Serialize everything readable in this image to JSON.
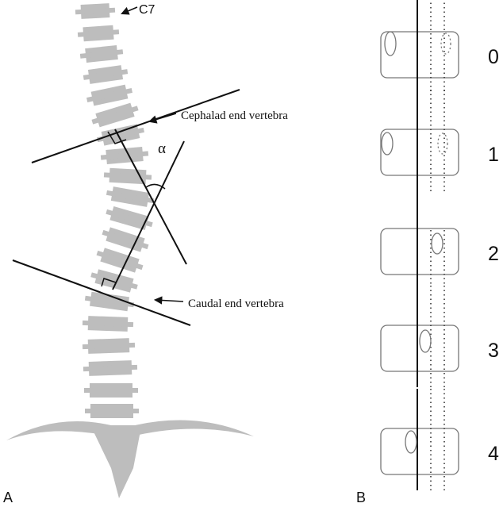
{
  "panel_a": {
    "panel_label": "A",
    "c7_label": "C7",
    "cephalad_label": "Cephalad end vertebra",
    "caudal_label": "Caudal end vertebra",
    "angle_label": "α"
  },
  "panel_b": {
    "panel_label": "B",
    "grades": [
      "0",
      "1",
      "2",
      "3",
      "4"
    ]
  }
}
